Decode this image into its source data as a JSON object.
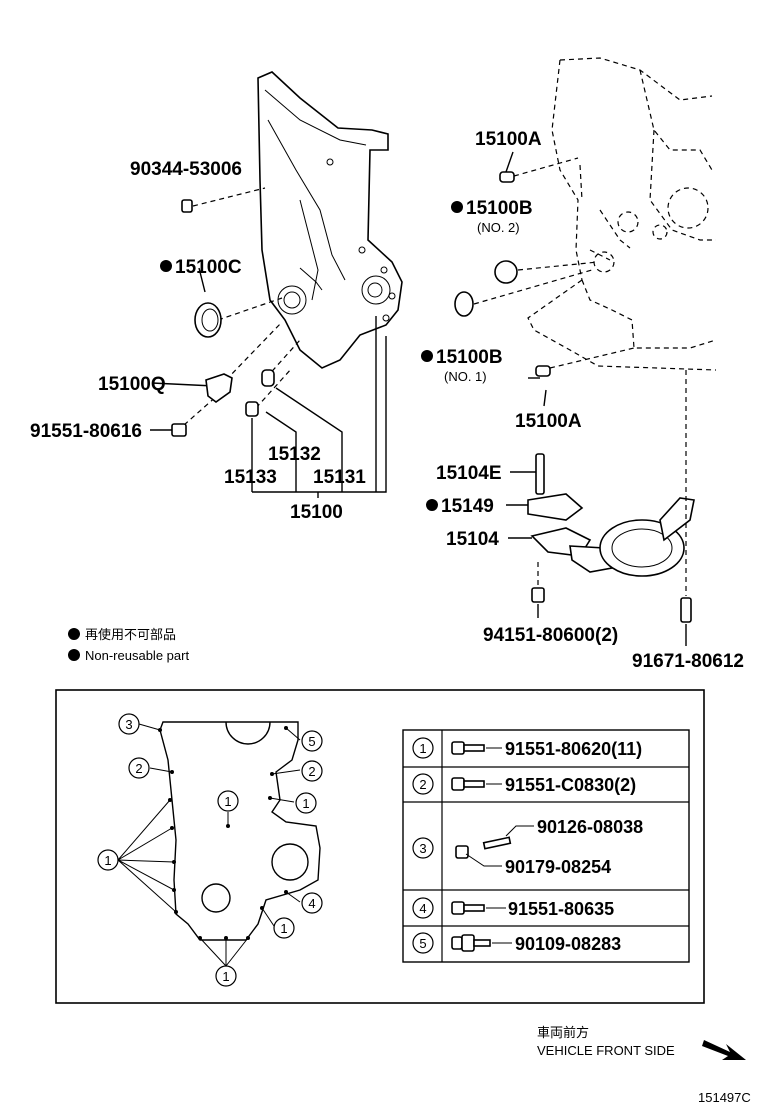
{
  "parts": {
    "p90344": "90344-53006",
    "p15100C": "15100C",
    "p15100Q": "15100Q",
    "p91551_80616": "91551-80616",
    "p15132": "15132",
    "p15133": "15133",
    "p15131": "15131",
    "p15100": "15100",
    "p15100A_top": "15100A",
    "p15100B_top": "15100B",
    "p15100B_top_sub": "(NO. 2)",
    "p15100B_mid": "15100B",
    "p15100B_mid_sub": "(NO. 1)",
    "p15100A_mid": "15100A",
    "p15104E": "15104E",
    "p15149": "15149",
    "p15104": "15104",
    "p94151": "94151-80600(2)",
    "p91671": "91671-80612"
  },
  "legend": {
    "jp": "再使用不可部品",
    "en": "Non-reusable part"
  },
  "table": [
    {
      "key": "1",
      "part": "91551-80620(11)"
    },
    {
      "key": "2",
      "part": "91551-C0830(2)"
    },
    {
      "key": "3",
      "part": "90126-08038",
      "part2": "90179-08254"
    },
    {
      "key": "4",
      "part": "91551-80635"
    },
    {
      "key": "5",
      "part": "90109-08283"
    }
  ],
  "bolt_markers": [
    "1",
    "2",
    "3",
    "4",
    "5"
  ],
  "direction": {
    "jp": "車両前方",
    "en": "VEHICLE FRONT SIDE"
  },
  "figure_id": "151497C"
}
